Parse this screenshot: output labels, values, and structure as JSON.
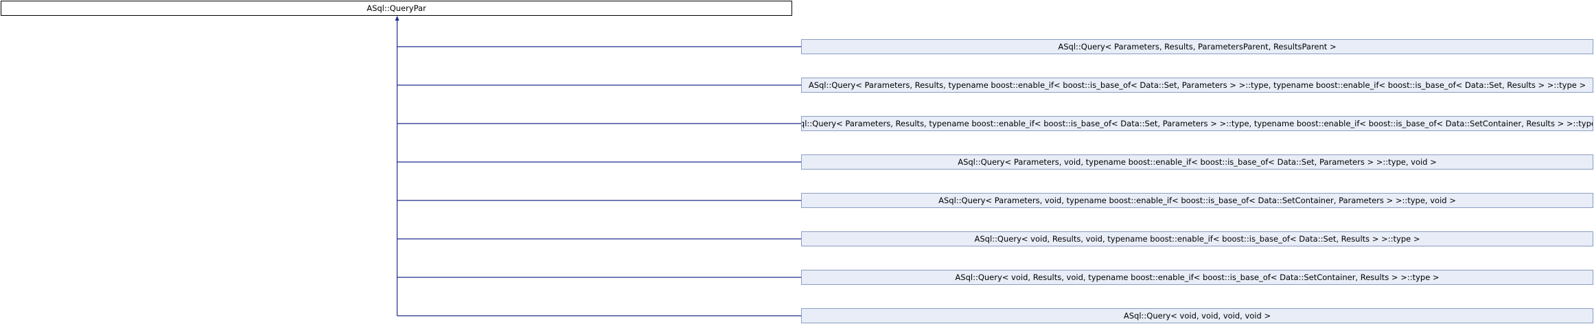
{
  "diagram": {
    "base_class": "ASql::QueryPar",
    "derived_classes": [
      "ASql::Query< Parameters, Results, ParametersParent, ResultsParent >",
      "ASql::Query< Parameters, Results, typename boost::enable_if< boost::is_base_of< Data::Set, Parameters > >::type, typename boost::enable_if< boost::is_base_of< Data::Set, Results > >::type >",
      "ASql::Query< Parameters, Results, typename boost::enable_if< boost::is_base_of< Data::Set, Parameters > >::type, typename boost::enable_if< boost::is_base_of< Data::SetContainer, Results > >::type >",
      "ASql::Query< Parameters, void, typename boost::enable_if< boost::is_base_of< Data::Set, Parameters > >::type, void >",
      "ASql::Query< Parameters, void, typename boost::enable_if< boost::is_base_of< Data::SetContainer, Parameters > >::type, void >",
      "ASql::Query< void, Results, void, typename boost::enable_if< boost::is_base_of< Data::Set, Results > >::type >",
      "ASql::Query< void, Results, void, typename boost::enable_if< boost::is_base_of< Data::SetContainer, Results > >::type >",
      "ASql::Query< void, void, void, void >"
    ],
    "colors": {
      "edge": "#1f2a8c",
      "base_fill": "#ffffff",
      "base_border": "#000000",
      "derived_fill": "#e8edf7",
      "derived_border": "#8b9ec2"
    }
  }
}
